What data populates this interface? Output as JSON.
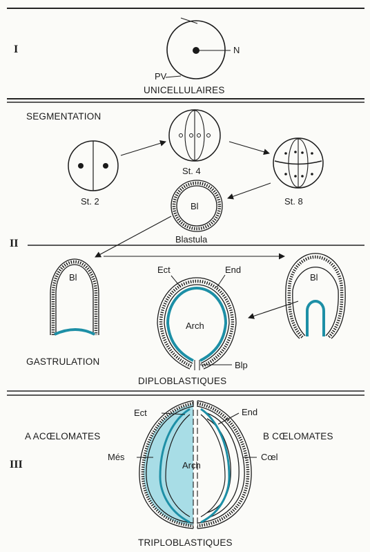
{
  "colors": {
    "ink": "#1a1a1a",
    "teal": "#1d8fa6",
    "tealLight": "#a8dde6",
    "paper": "#fbfbf8"
  },
  "section1": {
    "roman": "I",
    "label_n": "N",
    "label_pv": "PV",
    "title": "UNICELLULAIRES"
  },
  "section2": {
    "roman": "II",
    "segmentation": "SEGMENTATION",
    "st2": "St. 2",
    "st4": "St. 4",
    "st8": "St. 8",
    "bl": "Bl",
    "blastula": "Blastula",
    "ect": "Ect",
    "end": "End",
    "arch": "Arch",
    "blp": "Blp",
    "gastrulation": "GASTRULATION",
    "diplo": "DIPLOBLASTIQUES"
  },
  "section3": {
    "roman": "III",
    "ect": "Ect",
    "end": "End",
    "a": "A ACŒLOMATES",
    "b": "B CŒLOMATES",
    "mes": "Més",
    "coel": "Cœl",
    "arch": "Arch",
    "triplo": "TRIPLOBLASTIQUES"
  }
}
